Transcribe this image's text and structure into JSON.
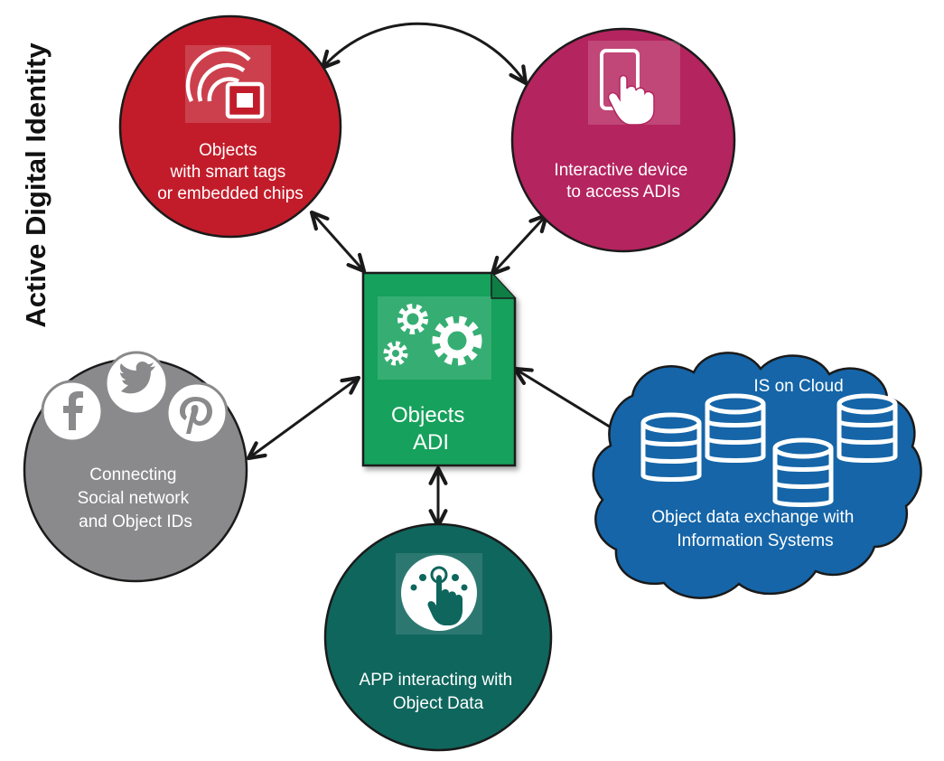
{
  "title": "Active Digital Identity",
  "colors": {
    "red": "#c21c2a",
    "magenta": "#b4245f",
    "green": "#17a15c",
    "teal": "#0f665d",
    "gray": "#8a8a8c",
    "cloud": "#1565a8",
    "arrow": "#1a1a1a"
  },
  "nodes": {
    "smart_tags": {
      "icon": "smart-tag-chip-icon",
      "lines": [
        "Objects",
        "with smart tags",
        "or embedded chips"
      ]
    },
    "device": {
      "icon": "touch-tablet-icon",
      "lines": [
        "Interactive device",
        "to access ADIs"
      ]
    },
    "center": {
      "icon": "gears-icon",
      "lines": [
        "Objects",
        "ADI"
      ]
    },
    "social": {
      "icons": [
        "facebook-icon",
        "twitter-icon",
        "pinterest-icon"
      ],
      "lines": [
        "Connecting",
        "Social network",
        "and Object IDs"
      ]
    },
    "cloud": {
      "icon": "database-icon",
      "header": "IS on Cloud",
      "lines": [
        "Object data exchange with",
        "Information Systems"
      ]
    },
    "app": {
      "icon": "touch-app-icon",
      "lines": [
        "APP interacting with",
        "Object Data"
      ]
    }
  }
}
